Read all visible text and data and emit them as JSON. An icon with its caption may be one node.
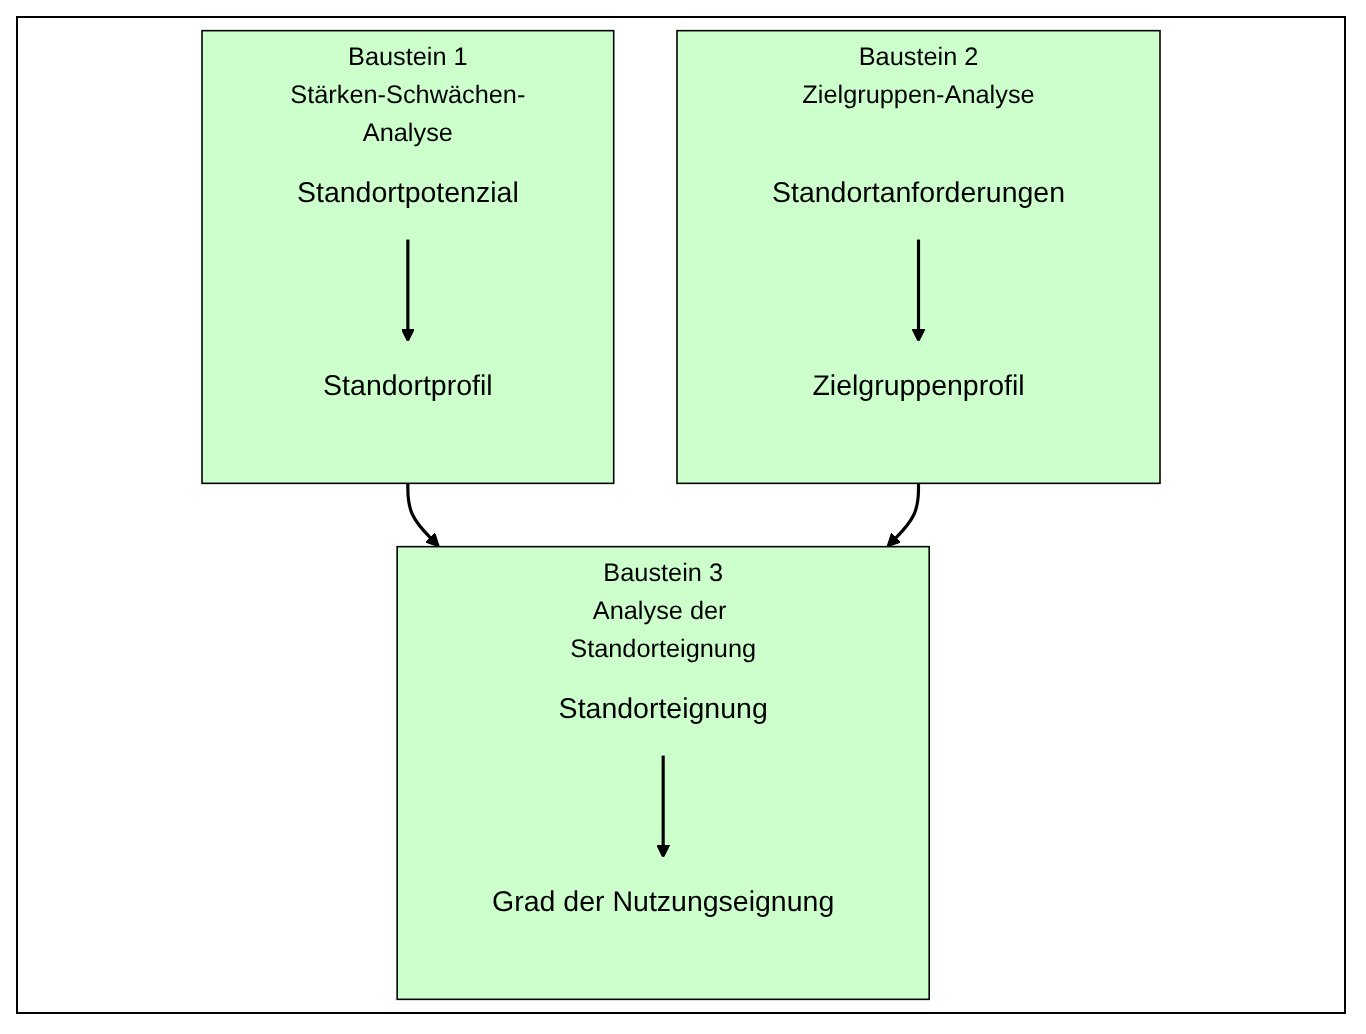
{
  "diagram": {
    "nodes": [
      {
        "text": [
          "Baustein 1",
          "Stärken-Schwächen-Analyse"
        ]
      },
      {
        "text": [
          "Standortpotenzial"
        ],
        "in": 0
      },
      {
        "text": [
          "Standortprofil"
        ],
        "in": 0
      },
      {
        "text": [
          "Baustein 2",
          "Zielgruppen-Analyse"
        ]
      },
      {
        "text": [
          "Standortanforderungen"
        ],
        "in": 3
      },
      {
        "text": [
          "Zielgruppenprofil"
        ],
        "in": 3
      },
      {
        "text": [
          "Baustein 3",
          "Analyse der Standorteignung"
        ]
      },
      {
        "text": [
          "Standorteignung"
        ],
        "in": 6
      },
      {
        "text": [
          "Grad der Nutzungseignung"
        ],
        "in": 6
      }
    ],
    "edges": [
      {
        "from": 1,
        "to": 2,
        "arrow": "to"
      },
      {
        "from": 4,
        "to": 5,
        "arrow": "to"
      },
      {
        "from": 0,
        "to": 6,
        "arrow": "to"
      },
      {
        "from": 3,
        "to": 6,
        "arrow": "to"
      },
      {
        "from": 7,
        "to": 8,
        "arrow": "to"
      }
    ]
  }
}
